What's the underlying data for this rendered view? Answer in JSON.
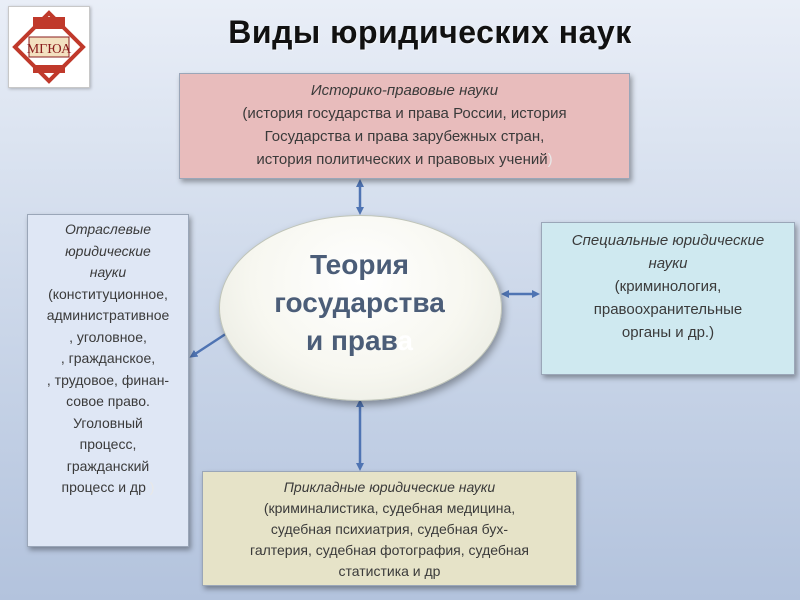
{
  "header": {
    "title": "Виды юридических наук"
  },
  "logo": {
    "text": "МГЮА",
    "icon": "mgyua-logo-icon"
  },
  "center": {
    "main": "Теория\nгосударства\nи прав",
    "tail": "а"
  },
  "boxes": {
    "top": {
      "heading": "Историко-правовые науки",
      "body": "(история государства и права России, история\nГосударства  и права зарубежных стран,\nистория политических и правовых учений",
      "close": ")"
    },
    "left": {
      "heading": "Отраслевые\nюридические\nнауки",
      "body": "(конституционное,\nадминистративное\n, уголовное,\n, гражданское,\n, трудовое, финан-\nсовое право.\nУголовный\nпроцесс,\nгражданский\nпроцесс и др",
      "close": ")"
    },
    "right": {
      "heading": "Специальные юридические\nнауки",
      "body": "(криминология,\nправоохранительные\nорганы и др.)"
    },
    "bottom": {
      "heading": "Прикладные юридические науки",
      "body": "(криминалистика, судебная медицина,\nсудебная психиатрия, судебная бух-\nгалтерия, судебная фотография, судебная\nстатистика и др"
    }
  },
  "colors": {
    "arrow": "#4f74b3",
    "top_box": "#e8bcbc",
    "left_box": "#dfe7f5",
    "right_box": "#cfe9f0",
    "bottom_box": "#e6e3c8",
    "center_text": "#4b5d78"
  }
}
